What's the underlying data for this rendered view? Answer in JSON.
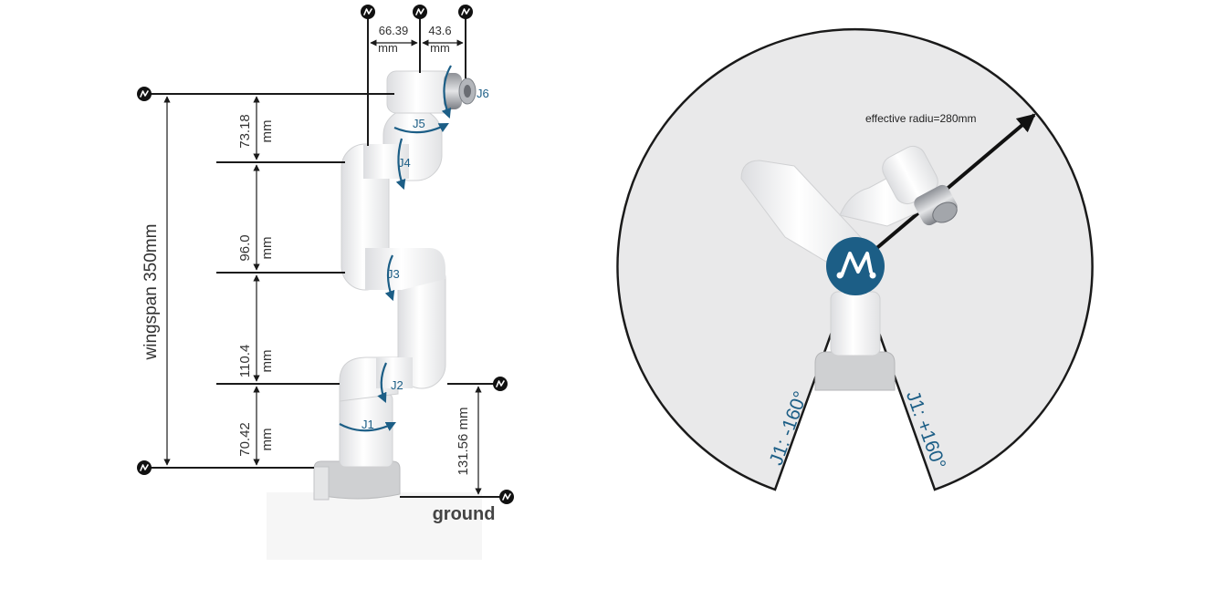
{
  "labels": {
    "wingspan": "wingspan 350mm",
    "ground": "ground",
    "base_height": "131.56 mm",
    "effective_radius": "effective radiu=280mm",
    "j1_min": "J1: -160°",
    "j1_max": "J1: +160°",
    "unit": "mm"
  },
  "vertical_dims": [
    "73.18",
    "96.0",
    "110.4",
    "70.42"
  ],
  "top_dims": [
    "66.39",
    "43.6"
  ],
  "joints": [
    "J1",
    "J2",
    "J3",
    "J4",
    "J5",
    "J6"
  ],
  "colors": {
    "accent": "#1c5e86",
    "line": "#1a1a1a",
    "arm": "#f1f2f3",
    "base": "#d2d3d5",
    "workspace": "#e9e9ea"
  }
}
